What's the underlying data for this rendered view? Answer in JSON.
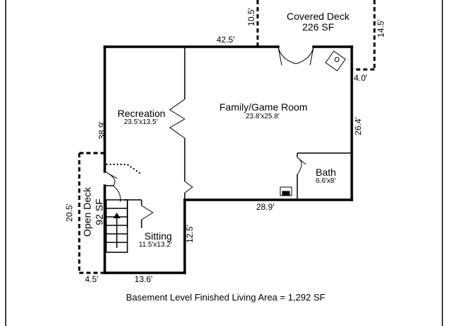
{
  "rooms": {
    "covered_deck": {
      "name": "Covered Deck",
      "area": "226 SF"
    },
    "family_room": {
      "name": "Family/Game Room",
      "dims": "23.8'x25.8'"
    },
    "recreation": {
      "name": "Recreation",
      "dims": "23.5'x13.5'"
    },
    "bath": {
      "name": "Bath",
      "dims": "6.6'x8'"
    },
    "sitting": {
      "name": "Sitting",
      "dims": "11.5'x13.2'"
    },
    "open_deck": {
      "name": "Open Deck",
      "area": "92 SF"
    }
  },
  "measurements": {
    "top_wall": "42.5'",
    "deck_left": "10.5'",
    "deck_right": "14.5'",
    "deck_offset": "4.0'",
    "right_wall": "26.4'",
    "left_wall": "38.9'",
    "middle_wall": "28.9'",
    "sitting_right": "12.5'",
    "bottom_wall": "13.6'",
    "open_deck_height": "20.5'",
    "open_deck_width": "4.5'"
  },
  "footer": "Basement Level Finished Living Area = 1,292 SF"
}
